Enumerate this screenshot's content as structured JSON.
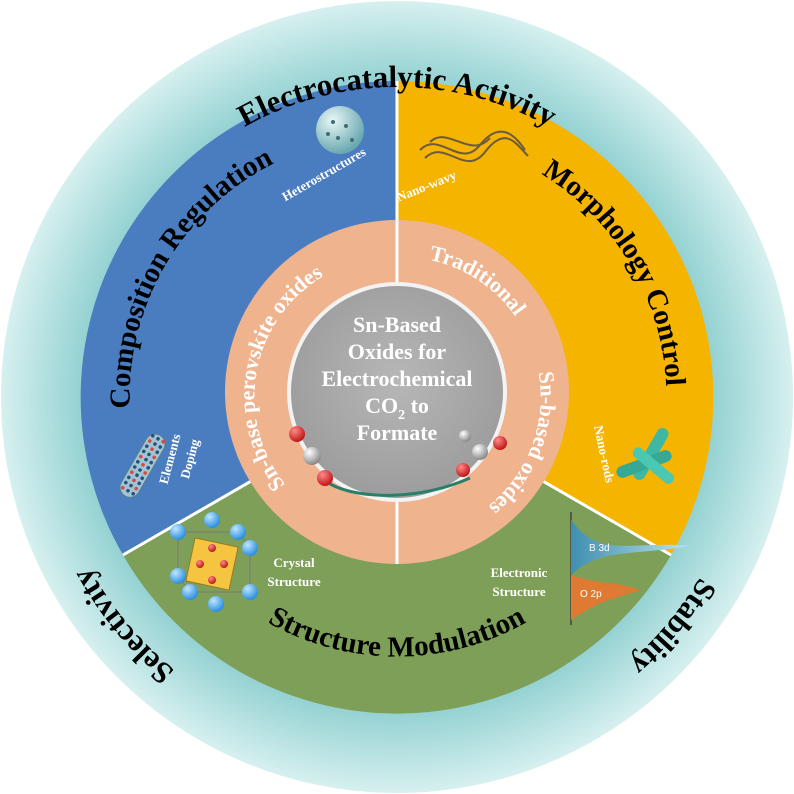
{
  "outer_ring": {
    "top": "Electrocatalytic Activity",
    "left": "Selectivity",
    "right": "Stability"
  },
  "sectors": {
    "composition": {
      "title": "Composition Regulation",
      "label_heterostructures": "Heterostructures",
      "label_elements": "Elements",
      "label_doping": "Doping",
      "color": "#4a7cc0"
    },
    "morphology": {
      "title": "Morphology Control",
      "label_nanowavy": "Nano-wavy",
      "label_nanorods": "Nano-rods",
      "color": "#f5b400"
    },
    "structure": {
      "title": "Structure Modulation",
      "label_crystal_1": "Crystal",
      "label_crystal_2": "Structure",
      "label_electronic_1": "Electronic",
      "label_electronic_2": "Structure",
      "dos_b": "B 3d",
      "dos_o": "O 2p",
      "color": "#7e9f57"
    }
  },
  "inner_ring": {
    "left": "Sn-base perovskite oxides",
    "right_top": "Traditional",
    "right_bottom": "Sn-based oxides",
    "color": "#efb38e"
  },
  "center": {
    "line1": "Sn-Based",
    "line2": "Oxides for",
    "line3": "Electrochemical",
    "line4a": "CO",
    "line4sub": "2",
    "line4b": " to",
    "line5": "Formate"
  },
  "colors": {
    "outer_ring": "#bfe3e3",
    "center": "#aaaaaa",
    "separator": "#ffffff"
  }
}
